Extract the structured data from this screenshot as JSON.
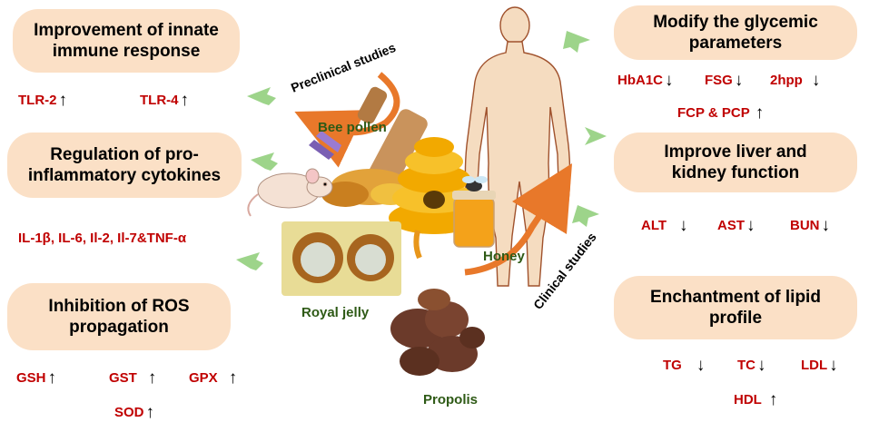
{
  "left_boxes": [
    {
      "line1": "Improvement of innate",
      "line2": "immune response"
    },
    {
      "line1": "Regulation of pro-",
      "line2": "inflammatory cytokines"
    },
    {
      "line1": "Inhibition of ROS",
      "line2": "propagation"
    }
  ],
  "right_boxes": [
    {
      "line1": "Modify the glycemic",
      "line2": "parameters"
    },
    {
      "line1": "Improve liver and",
      "line2": "kidney function"
    },
    {
      "line1": "Enchantment of lipid",
      "line2": "profile"
    }
  ],
  "immune_markers": [
    {
      "label": "TLR-2",
      "arrow": "↑"
    },
    {
      "label": "TLR-4",
      "arrow": "↑"
    }
  ],
  "cytokines": "IL-1β, IL-6, Il-2, Il-7&TNF-α",
  "ros_markers": [
    {
      "label": "GSH",
      "arrow": "↑"
    },
    {
      "label": "GST",
      "arrow": "↑"
    },
    {
      "label": "GPX",
      "arrow": "↑"
    },
    {
      "label": "SOD",
      "arrow": "↑"
    }
  ],
  "glycemic_markers": [
    {
      "label": "HbA1C",
      "arrow": "↓"
    },
    {
      "label": "FSG",
      "arrow": "↓"
    },
    {
      "label": "2hpp",
      "arrow": "↓"
    },
    {
      "label": "FCP & PCP",
      "arrow": "↑"
    }
  ],
  "liver_markers": [
    {
      "label": "ALT",
      "arrow": "↓"
    },
    {
      "label": "AST",
      "arrow": "↓"
    },
    {
      "label": "BUN",
      "arrow": "↓"
    }
  ],
  "lipid_markers": [
    {
      "label": "TG",
      "arrow": "↓"
    },
    {
      "label": "TC",
      "arrow": "↓"
    },
    {
      "label": "LDL",
      "arrow": "↓"
    },
    {
      "label": "HDL",
      "arrow": "↑"
    }
  ],
  "center": {
    "preclinical": "Preclinical studies",
    "clinical": "Clinical studies",
    "bee_pollen": "Bee pollen",
    "honey": "Honey",
    "royal_jelly": "Royal jelly",
    "propolis": "Propolis"
  },
  "colors": {
    "box_fill": "#fbe0c6",
    "marker_red": "#c00000",
    "product_green": "#2e5a16",
    "arrow_green": "#9dd48a",
    "cycle_orange": "#e8782a",
    "skin": "#f5dcc0"
  }
}
